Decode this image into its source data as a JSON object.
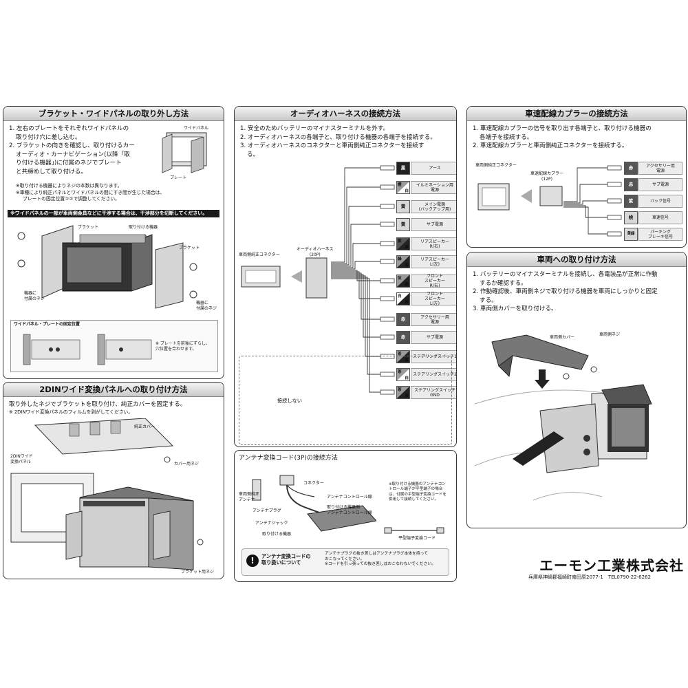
{
  "bracket": {
    "title": "ブラケット・ワイドパネルの取り外し方法",
    "step1": "1. 左右のプレートをそれぞれワイドパネルの",
    "step1b": "取り付け穴に差し込む。",
    "step2": "2. ブラケットの向きを確認し、取り付けるカー",
    "step2b": "オーディオ・カーナビゲーション(以降「取",
    "step2c": "り付ける機器」)に付属のネジでプレート",
    "step2d": "と共締めして取り付ける。",
    "note1": "※取り付ける機器によりネジの本数は異なります。",
    "note2": "※車種により純正パネルとワイドパネルの間にすき間が生じた場合は、",
    "note3": "プレートの固定位置①②で調整してください。",
    "label_widepanel": "ワイドパネル",
    "label_plate": "プレート",
    "warning": "※ワイドパネルの一部が車両側金具などに干渉する場合は、干渉部分を切断してください。",
    "label_bracket": "ブラケット",
    "label_device": "取り付ける機器",
    "label_bracket2": "ブラケット",
    "label_screw_left": "機器に\n付属のネジ",
    "label_screw_right": "機器に\n付属のネジ",
    "fix_title": "ワイドパネル・プレートの固定位置",
    "fix_note": "※ プレートを前後にずらし、\n穴位置を合わせます。"
  },
  "din": {
    "title": "2DINワイド変換パネルへの取り付け方法",
    "line1": "取り外したネジでブラケットを取り付け、純正カバーを固定する。",
    "line2": "※ 2DINワイド変換パネルのフィルムを剥がしてください。",
    "label_cover": "純正カバー",
    "label_panel": "2DINワイド\n変換パネル",
    "label_cover_screw": "カバー用ネジ",
    "label_bracket_screw": "ブラケット用ネジ"
  },
  "audio": {
    "title": "オーディオハーネスの接続方法",
    "step1": "1. 安全のためバッテリーのマイナスターミナルを外す。",
    "step2": "2. オーディオハーネスの各端子と、取り付ける機器の各端子を接続する。",
    "step3": "3. オーディオハーネスのコネクターと車両側純正コネクターを接続す",
    "step3b": "る。",
    "label_vehicle_conn": "車両側純正コネクター",
    "label_harness": "オーディオハーネス\n(20P)",
    "label_not_connected": "接続しない",
    "wires": [
      {
        "c1": "黒",
        "fn": "アース"
      },
      {
        "c1": "橙",
        "c2": "白",
        "fn": "イルミネーション用\n電源"
      },
      {
        "c1": "黄",
        "fn": "メイン電源\n(バックアップ用)"
      },
      {
        "c1": "黄",
        "fn": "サブ電源"
      },
      {
        "c1": "紫",
        "c2": "紫",
        "c3": "黒",
        "fn": "リアスピーカー\nR(右)"
      },
      {
        "c1": "緑",
        "c2": "緑",
        "c3": "黒",
        "fn": "リアスピーカー\nL(左)"
      },
      {
        "c1": "灰",
        "c2": "灰",
        "c3": "黒",
        "fn": "フロント\nスピーカー\nR(右)"
      },
      {
        "c1": "白",
        "c2": "白",
        "c3": "黒",
        "fn": "フロント\nスピーカー\nL(左)"
      },
      {
        "c1": "赤",
        "fn": "アクセサリー用\n電源"
      },
      {
        "c1": "赤",
        "fn": "サブ電源"
      },
      {
        "c1": "茶",
        "c2": "黒",
        "fn": "ステアリングスイッチ1"
      },
      {
        "c1": "茶",
        "c2": "白",
        "fn": "ステアリングスイッチ2"
      },
      {
        "c1": "茶",
        "c2": "黒",
        "fn": "ステアリングスイッチ\nGND"
      }
    ]
  },
  "antenna": {
    "title": "アンテナ変換コード(3P)の接続方法",
    "label_connector": "コネクター",
    "label_vehicle_antenna": "車両側純正\nアンテナ",
    "label_antenna_control": "アンテナコントロール線",
    "label_antenna_plug": "アンテナプラグ",
    "label_device_control": "取り付ける機器側\nアンテナコントロール線",
    "label_antenna_jack": "アンテナジャック",
    "label_device": "取り付ける機器",
    "note": "※取り付ける機器のアンテナコントロール端子が平型端子の場合は、付属の平型端子変換コードを併用して接続してください。",
    "label_flat": "平型端子変換コード",
    "handling_title": "アンテナ変換コードの\n取り扱いについて",
    "handling1": "アンテナプラグの抜き差しはアンテナプラグ本体を持って",
    "handling1b": "おこなってください。",
    "handling2": "※コードを引っ張っての抜き差しはおこなわないでください。"
  },
  "speed": {
    "title": "車速配線カプラーの接続方法",
    "step1": "1. 車速配線カプラーの信号を取り出す各端子と、取り付ける機器の",
    "step1b": "各端子を接続する。",
    "step2": "2. 車速配線カプラーと車両側純正コネクターを接続する。",
    "label_vehicle_conn": "車両側純正コネクター",
    "label_coupler": "車速配線カプラー\n(12P)",
    "wires": [
      {
        "c1": "赤",
        "fn": "アクセサリー用\n電源"
      },
      {
        "c1": "赤",
        "fn": "サブ電源"
      },
      {
        "c1": "紫",
        "fn": "バック信号"
      },
      {
        "c1": "桃",
        "fn": "車速信号"
      },
      {
        "c1": "黄緑",
        "fn": "パーキング\nブレーキ信号"
      }
    ]
  },
  "install": {
    "title": "車両への取り付け方法",
    "step1": "1. バッテリーのマイナスターミナルを接続し、各電装品が正常に作動",
    "step1b": "するか確認する。",
    "step2": "2. 作動確認後、車両側ネジで取り付ける機器を車両にしっかりと固定",
    "step2b": "する。",
    "step3": "3. 車両側カバーを取り付ける。",
    "label_cover": "車両側カバー",
    "label_screw": "車両側ネジ"
  },
  "company": {
    "name": "エーモン工業株式会社",
    "address": "兵庫県神崎郡福崎町南田原2077-1　TEL0790-22-6262"
  }
}
